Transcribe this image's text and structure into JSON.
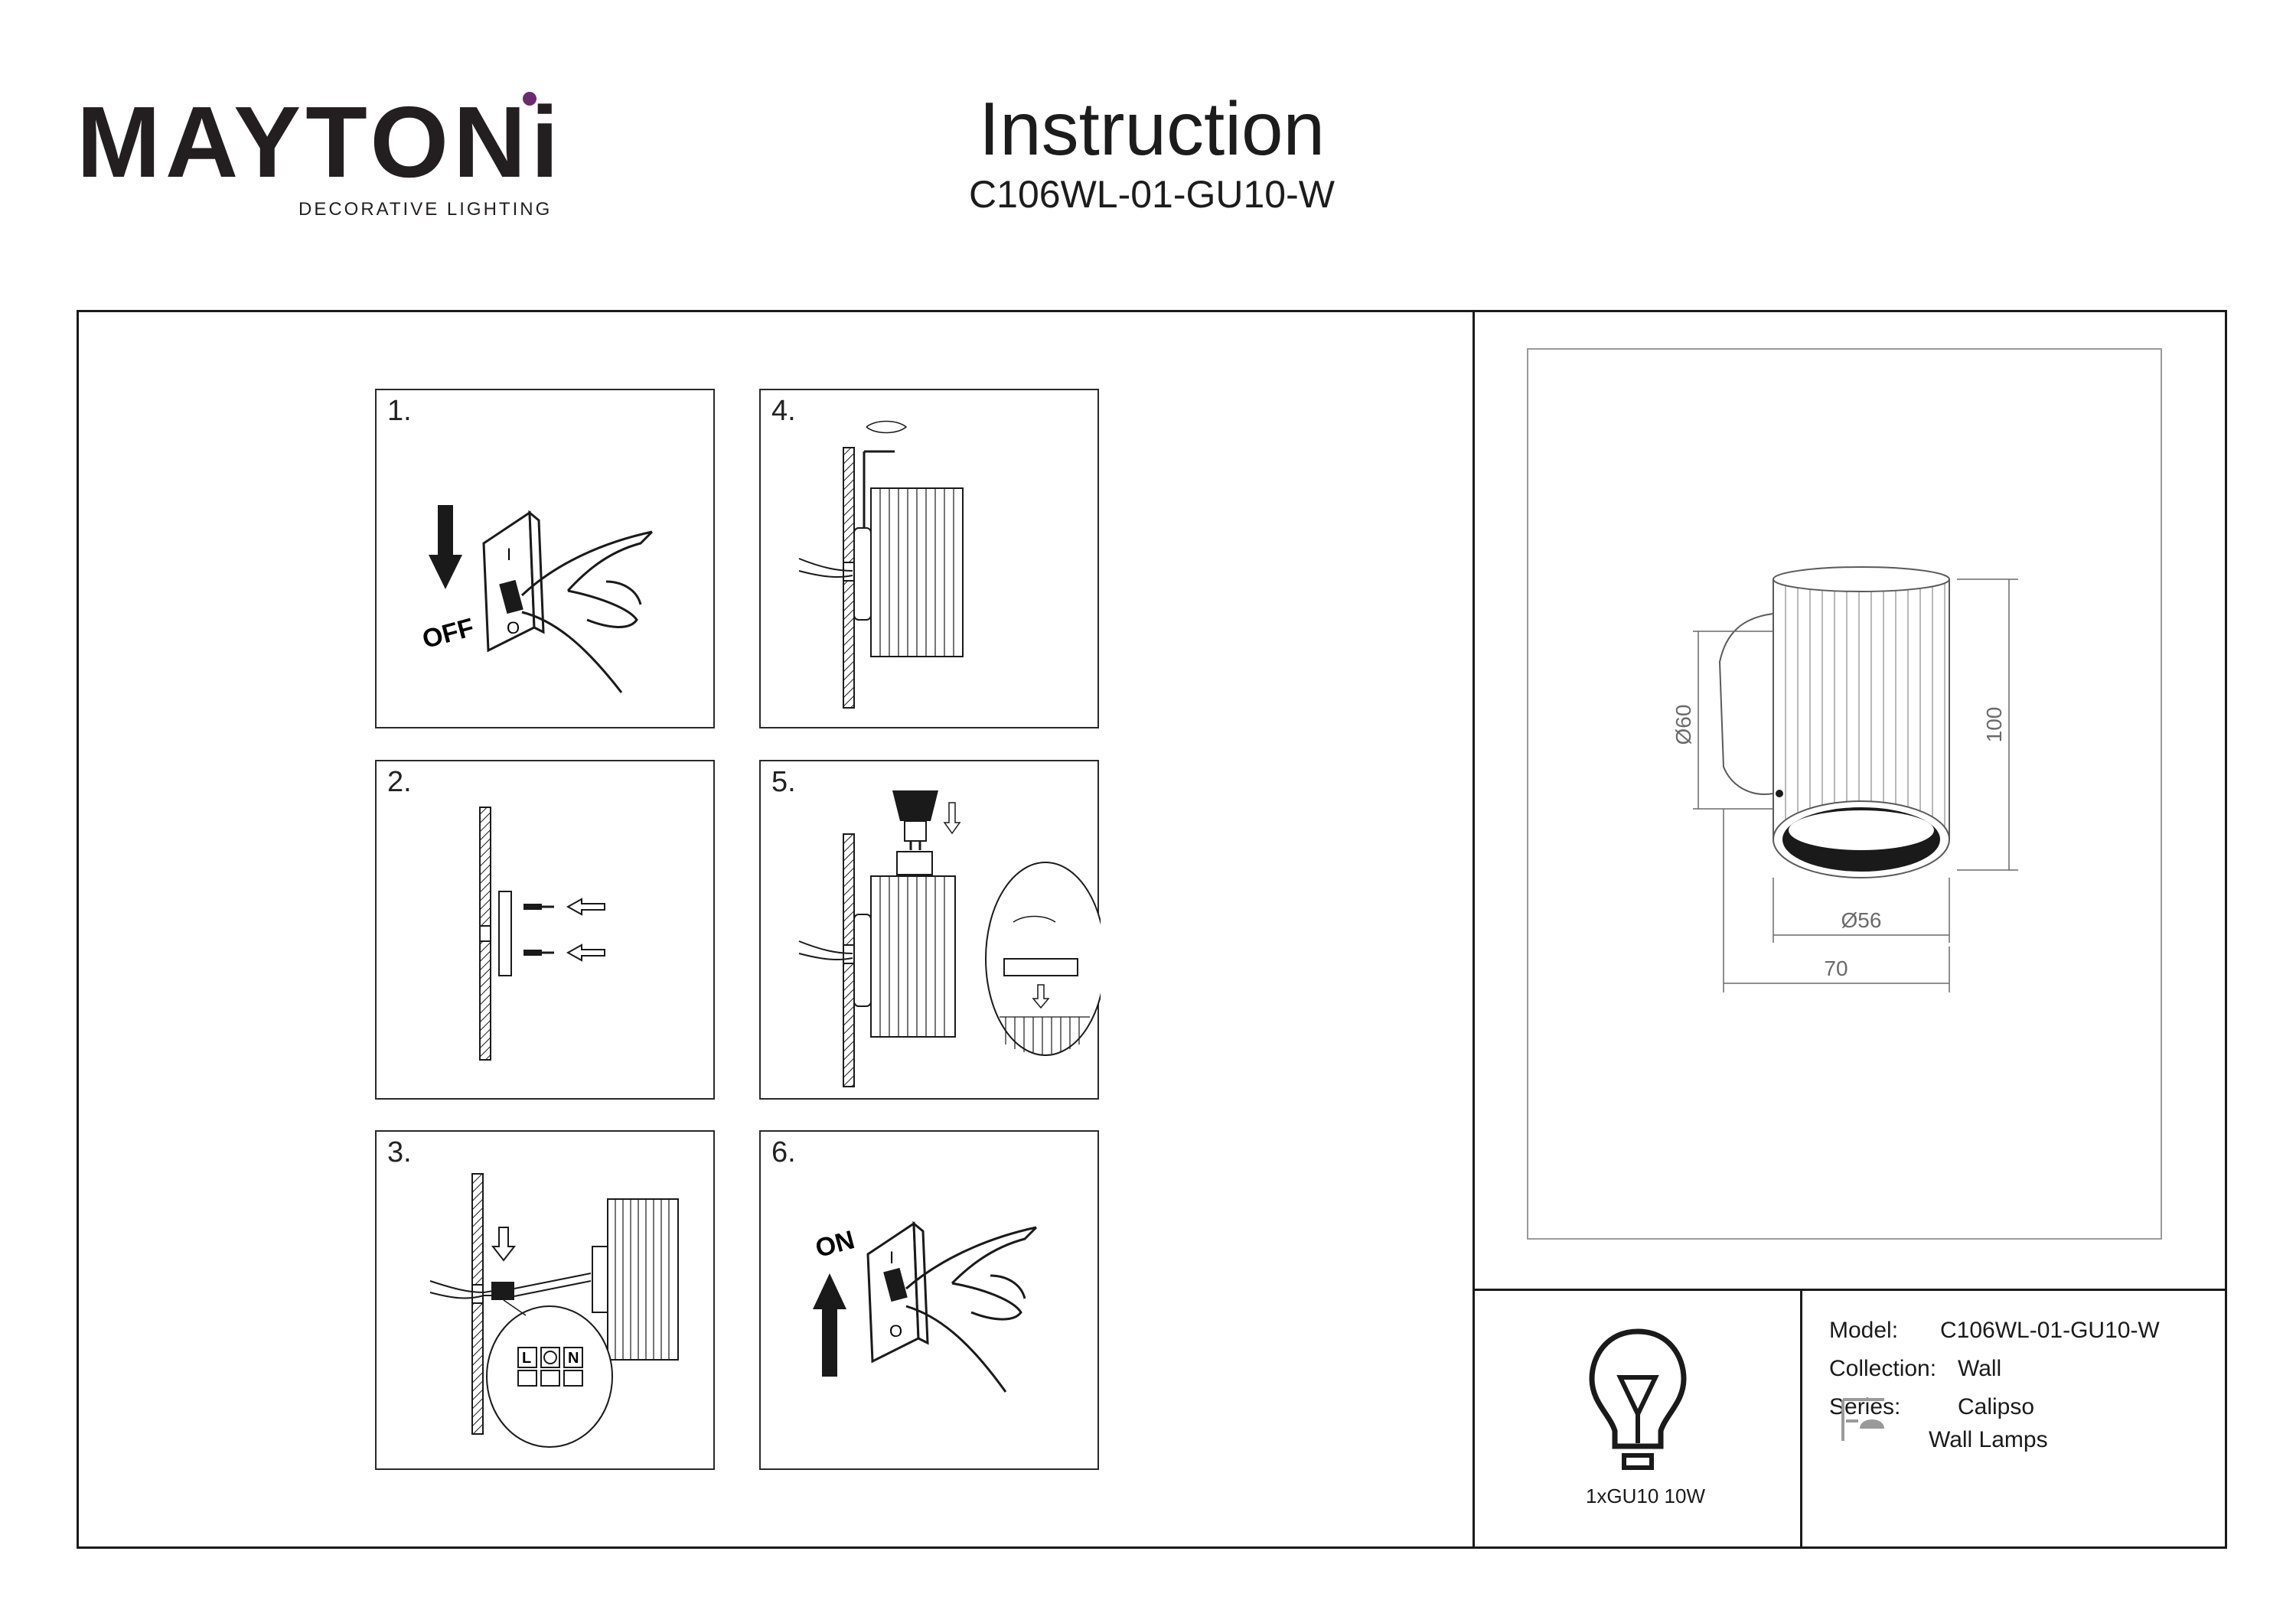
{
  "header": {
    "brand": "MAYTONi",
    "brand_tagline": "DECORATIVE LIGHTING",
    "title": "Instruction",
    "model": "C106WL-01-GU10-W"
  },
  "steps": [
    {
      "number": "1.",
      "caption": "OFF"
    },
    {
      "number": "2."
    },
    {
      "number": "3.",
      "terminal_labels": [
        "L",
        "N"
      ]
    },
    {
      "number": "4."
    },
    {
      "number": "5."
    },
    {
      "number": "6.",
      "caption": "ON"
    }
  ],
  "drawing": {
    "dim_diameter_mount": "Ø60",
    "dim_height": "100",
    "dim_diameter_bottom": "Ø56",
    "dim_depth": "70"
  },
  "bulb": {
    "icon": "light-bulb-icon",
    "label": "1xGU10 10W"
  },
  "spec": {
    "model_key": "Model:",
    "model_value": "C106WL-01-GU10-W",
    "collection_key": "Collection:",
    "collection_value": "Wall",
    "series_key": "Series:",
    "series_value": "Calipso",
    "type_icon": "wall-lamp-icon",
    "type_value": "Wall Lamps"
  },
  "colors": {
    "line": "#1a1a1a",
    "brand_accent": "#6b2c6e"
  }
}
